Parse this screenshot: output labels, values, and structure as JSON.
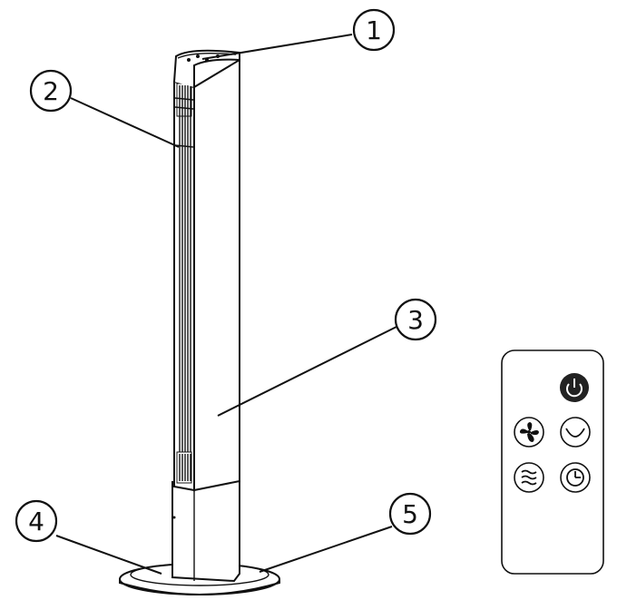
{
  "callouts": [
    {
      "number": "1"
    },
    {
      "number": "2"
    },
    {
      "number": "3"
    },
    {
      "number": "4"
    },
    {
      "number": "5"
    }
  ],
  "remote": {
    "buttons": [
      {
        "icon": "power-icon"
      },
      {
        "icon": "fan-icon"
      },
      {
        "icon": "mode-icon"
      },
      {
        "icon": "oscillate-icon"
      },
      {
        "icon": "timer-icon"
      }
    ]
  }
}
